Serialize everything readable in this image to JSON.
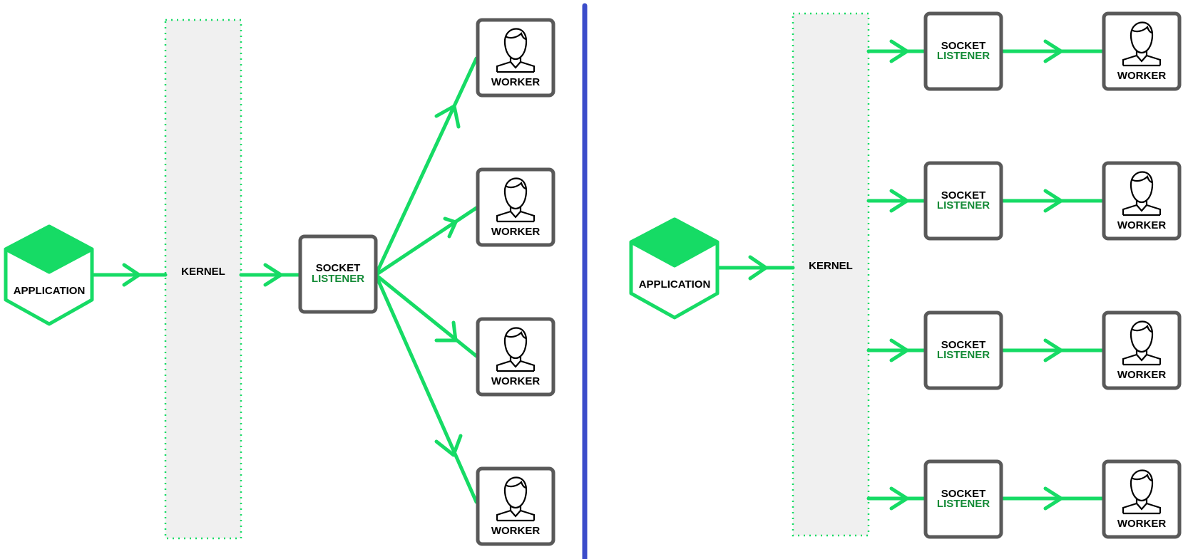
{
  "left": {
    "application_label": "APPLICATION",
    "kernel_label": "KERNEL",
    "socket": {
      "line1": "SOCKET",
      "line2": "LISTENER"
    },
    "workers": [
      "WORKER",
      "WORKER",
      "WORKER",
      "WORKER"
    ]
  },
  "right": {
    "application_label": "APPLICATION",
    "kernel_label": "KERNEL",
    "sockets": [
      {
        "line1": "SOCKET",
        "line2": "LISTENER"
      },
      {
        "line1": "SOCKET",
        "line2": "LISTENER"
      },
      {
        "line1": "SOCKET",
        "line2": "LISTENER"
      },
      {
        "line1": "SOCKET",
        "line2": "LISTENER"
      }
    ],
    "workers": [
      "WORKER",
      "WORKER",
      "WORKER",
      "WORKER"
    ]
  },
  "colors": {
    "arrow": "#16db65",
    "listener_text": "#138a36",
    "box_border": "#595959",
    "kernel_fill": "#f0f0f0",
    "kernel_border": "#16db65",
    "divider": "#3b4cca",
    "hexagon": "#16db65"
  },
  "icons": {
    "worker": "person-icon",
    "application": "hexagon-cube-icon"
  }
}
